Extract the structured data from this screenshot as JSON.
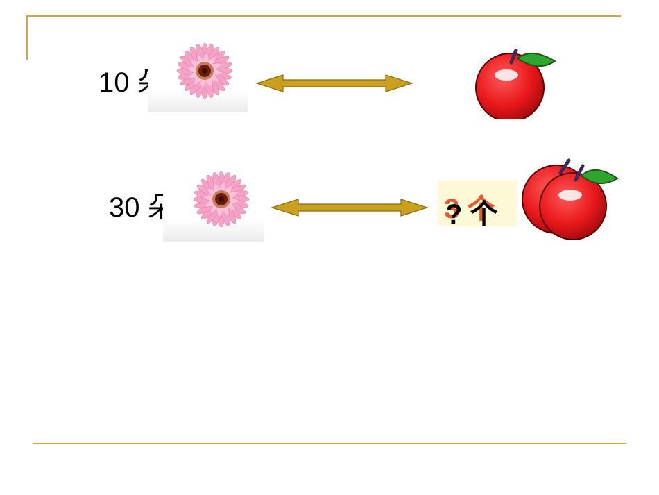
{
  "slide": {
    "row1": {
      "count": "10",
      "unit": "朵"
    },
    "row2": {
      "count": "30",
      "unit": "朵"
    },
    "answer": {
      "question": "?",
      "unit": "个",
      "shadow_text": "3 个"
    }
  },
  "colors": {
    "rule": "#c9a94a",
    "arrow": "#c9a020",
    "answer_bg": "#fdf9d6",
    "apple": "#e8181b",
    "petal": "#f4a3c6"
  },
  "icons": [
    "pink-flower-icon",
    "red-apple-icon",
    "two-apples-icon",
    "double-arrow-icon"
  ]
}
